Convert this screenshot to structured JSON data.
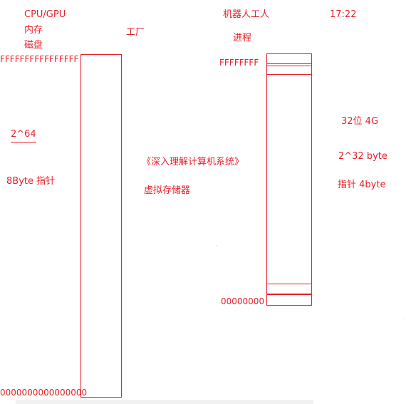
{
  "colors": {
    "ink": "#e8202a"
  },
  "left": {
    "cpu_gpu": "CPU/GPU",
    "memory": "内存",
    "disk": "磁盘",
    "addr_top": "FFFFFFFFFFFFFFFF",
    "power": "2^64",
    "pointer": "8Byte 指针",
    "addr_bottom": "0000000000000000"
  },
  "middle": {
    "factory": "工厂",
    "book": "《深入理解计算机系统》",
    "virtual_memory": "虚拟存储器"
  },
  "right": {
    "robot_worker": "机器人工人",
    "time": "17:22",
    "process": "进程",
    "addr_top": "FFFFFFFF",
    "addr_bottom": "00000000",
    "bits": "32位   4G",
    "power": "2^32 byte",
    "pointer": "指针 4byte"
  }
}
